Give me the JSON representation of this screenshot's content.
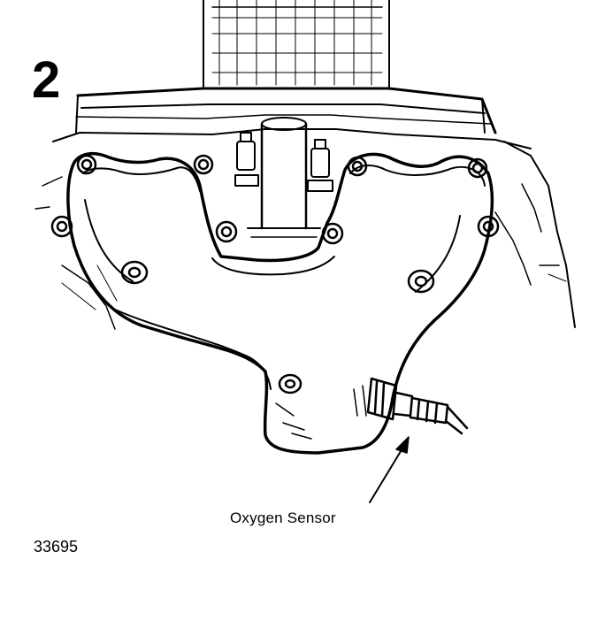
{
  "figure": {
    "step_number": "2",
    "callout_label": "Oxygen Sensor",
    "figure_id": "33695"
  },
  "colors": {
    "ink": "#000000",
    "paper": "#ffffff"
  }
}
